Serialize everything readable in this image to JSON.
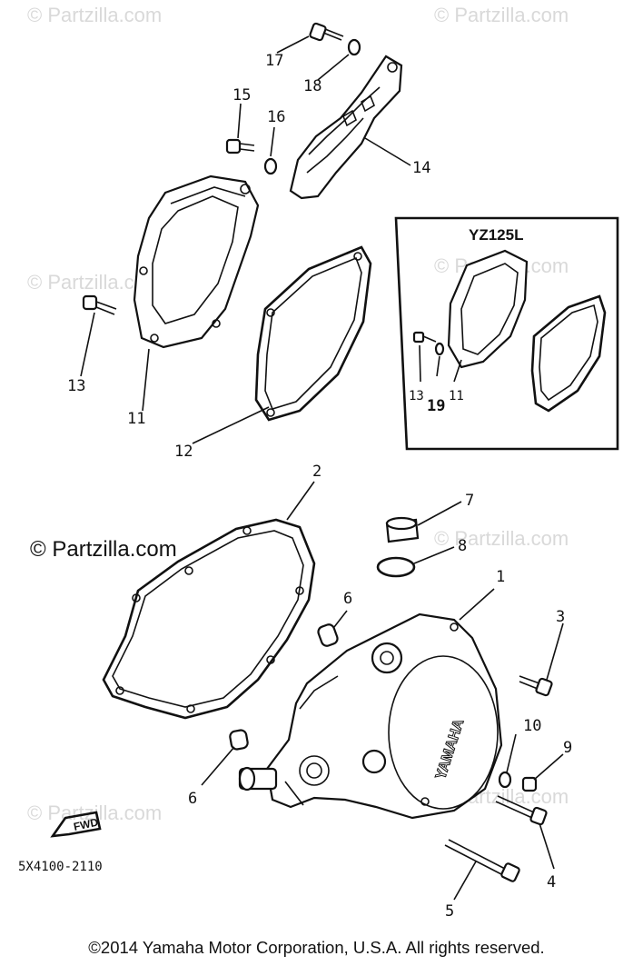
{
  "watermarks": {
    "faint": "© Partzilla.com",
    "prominent": "© Partzilla.com"
  },
  "inset": {
    "title": "YZ125L",
    "callouts": [
      "13",
      "19",
      "11"
    ]
  },
  "callouts": {
    "c1": "1",
    "c2": "2",
    "c3": "3",
    "c4": "4",
    "c5": "5",
    "c6a": "6",
    "c6b": "6",
    "c7": "7",
    "c8": "8",
    "c9": "9",
    "c10": "10",
    "c11": "11",
    "c12": "12",
    "c13": "13",
    "c14": "14",
    "c15": "15",
    "c16": "16",
    "c17": "17",
    "c18": "18"
  },
  "cover_logo": "YAMAHA",
  "fwd_label": "FWD",
  "diagram_code": "5X4100-2110",
  "copyright": "©2014  Yamaha Motor Corporation, U.S.A. All rights reserved."
}
